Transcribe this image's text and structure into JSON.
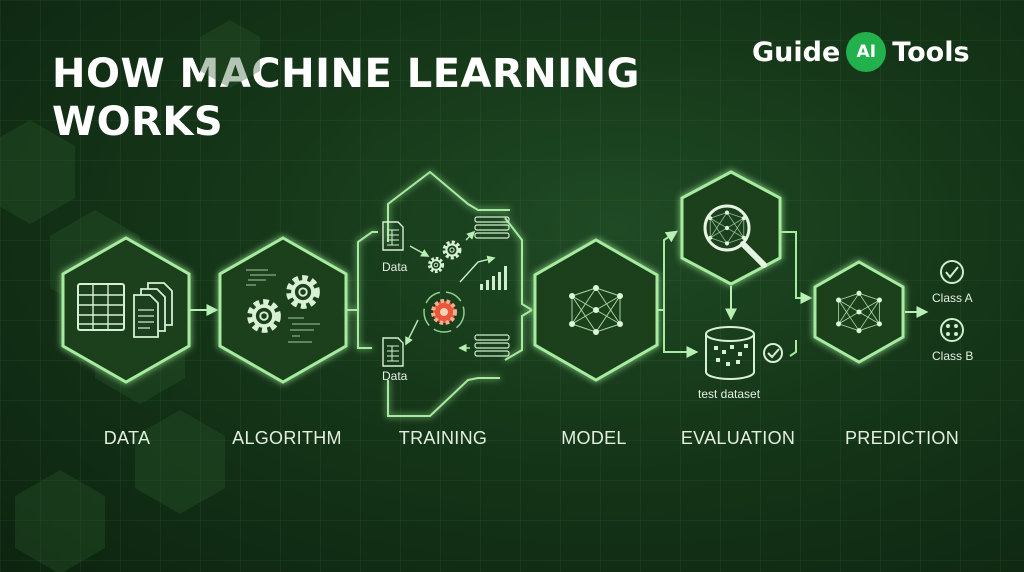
{
  "title": "HOW MACHINE LEARNING WORKS",
  "brand": {
    "left": "Guide",
    "badge": "AI",
    "right": "Tools"
  },
  "stages": [
    {
      "label": "DATA"
    },
    {
      "label": "ALGORITHM"
    },
    {
      "label": "TRAINING"
    },
    {
      "label": "MODEL"
    },
    {
      "label": "EVALUATION"
    },
    {
      "label": "PREDICTION"
    }
  ],
  "training": {
    "data_top": "Data",
    "data_bottom": "Data"
  },
  "evaluation": {
    "dataset_label": "test dataset"
  },
  "prediction": {
    "class_a": "Class A",
    "class_b": "Class B"
  },
  "colors": {
    "background": "#153618",
    "accent_glow": "#9be89a",
    "brand_badge": "#22b14c",
    "training_core": "#e8573a"
  },
  "icons": [
    "spreadsheet-icon",
    "documents-icon",
    "gears-icon",
    "code-snippet-icon",
    "neural-network-icon",
    "magnifier-icon",
    "database-icon",
    "check-icon",
    "dots-icon"
  ]
}
